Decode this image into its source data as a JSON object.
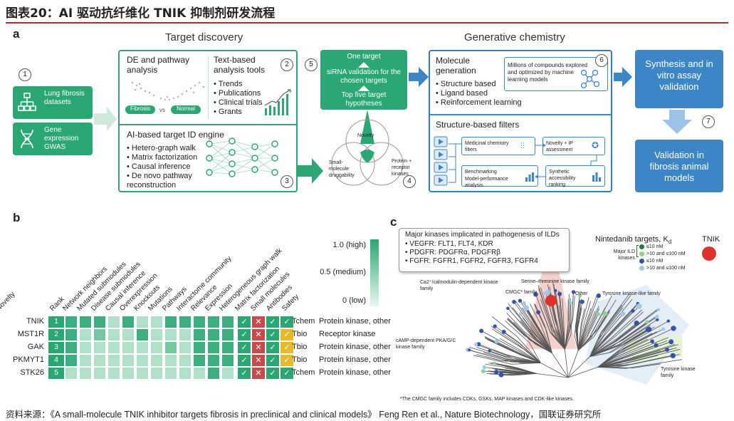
{
  "figure": {
    "title": "图表20：AI 驱动抗纤维化 TNIK 抑制剂研发流程",
    "source": "资料来源：《A small-molecule TNIK inhibitor targets fibrosis in preclinical and clinical models》 Feng Ren et al., Nature Biotechnology，国联证券研究所"
  },
  "panel_a": {
    "letter": "a",
    "target_discovery": "Target discovery",
    "generative_chemistry": "Generative chemistry",
    "inputs": [
      {
        "num": "1",
        "label": "Lung fibrosis datasets"
      },
      {
        "label": "Gene expression GWAS"
      }
    ],
    "de_pathway": {
      "title": "DE and pathway analysis",
      "left_tag": "Fibrosis",
      "vs": "vs",
      "right_tag": "Normal"
    },
    "text_based": {
      "num": "2",
      "title": "Text-based analysis tools",
      "items": [
        "Trends",
        "Publications",
        "Clinical trials",
        "Grants"
      ]
    },
    "ai_engine": {
      "num": "3",
      "title": "AI-based target ID engine",
      "items": [
        "Hetero-graph walk",
        "Matrix factorization",
        "Causal inference",
        "De novo pathway reconstruction"
      ]
    },
    "one_target": {
      "num": "5",
      "top": "One target",
      "mid": "siRNA validation for the chosen targets",
      "bottom": "Top five target hypotheses"
    },
    "venn": {
      "num": "4",
      "a": "Novelty",
      "b": "Small-molecule druggability",
      "c": "Protein + receptor kinases"
    },
    "molecule_gen": {
      "title": "Molecule generation",
      "items": [
        "Structure based",
        "Ligand based",
        "Reinforcement learning"
      ]
    },
    "millions": {
      "num": "6",
      "text": "Millions of compounds explored and optimized by machine learning models"
    },
    "filters": {
      "title": "Structure-based filters",
      "items": [
        "Medicinal chemistry filters",
        "Novelty + IP assessment",
        "Benchmarking",
        "Model-performance analysis",
        "Synthetic accessibility ranking"
      ]
    },
    "synthesis": "Synthesis and in vitro assay validation",
    "validation": {
      "num": "7",
      "text": "Validation in fibrosis animal models"
    }
  },
  "panel_b": {
    "letter": "b",
    "columns": [
      "Rank",
      "Network neighbors",
      "Mutated submodules",
      "Disease submodules",
      "Causal inference",
      "Overexpression",
      "Knockouts",
      "Mutations",
      "Pathways",
      "Interactome community",
      "Relevance",
      "Expression",
      "Heterogeneous graph walk",
      "Matrix factorization",
      "Small molecules",
      "Antibodies",
      "Safety",
      "Novelty"
    ],
    "legend": {
      "high": "1.0 (high)",
      "medium": "0.5 (medium)",
      "low": "0 (low)"
    },
    "rows": [
      {
        "name": "TNIK",
        "rank": "1",
        "levels": [
          0.9,
          0.9,
          0.9,
          0.3,
          0.9,
          0.3,
          0.3,
          0.9,
          0.9,
          0.9,
          0.9,
          0.9
        ],
        "tags": [
          "check",
          "cross",
          "check",
          "check"
        ],
        "dev": "Tchem",
        "family": "Protein kinase, other"
      },
      {
        "name": "MST1R",
        "rank": "2",
        "levels": [
          0.9,
          0.3,
          0.6,
          0.3,
          0.3,
          0.9,
          0.3,
          0.3,
          0.3,
          0.9,
          0.9,
          0.9
        ],
        "tags": [
          "check",
          "cross",
          "check",
          "warn"
        ],
        "dev": "Tbio",
        "family": "Receptor kinase"
      },
      {
        "name": "GAK",
        "rank": "3",
        "levels": [
          0.9,
          0.3,
          0.3,
          0.3,
          0.3,
          0.3,
          0.3,
          0.6,
          0.3,
          0.9,
          0.9,
          0.9
        ],
        "tags": [
          "check",
          "cross",
          "check",
          "warn"
        ],
        "dev": "Tbio",
        "family": "Protein kinase, other"
      },
      {
        "name": "PKMYT1",
        "rank": "4",
        "levels": [
          0.9,
          0.3,
          0.3,
          0.3,
          0.3,
          0.3,
          0.3,
          0.3,
          0.3,
          0.9,
          0.9,
          0.9
        ],
        "tags": [
          "check",
          "cross",
          "check",
          "warn"
        ],
        "dev": "Tbio",
        "family": "Protein kinase, other"
      },
      {
        "name": "STK26",
        "rank": "5",
        "levels": [
          0.3,
          0.3,
          0.3,
          0.3,
          0.3,
          0.3,
          0.3,
          0.3,
          0.3,
          0.3,
          0.9,
          0.3
        ],
        "tags": [
          "check",
          "cross",
          "check",
          "check"
        ],
        "dev": "Tchem",
        "family": "Protein kinase, other"
      }
    ]
  },
  "panel_c": {
    "letter": "c",
    "box_title": "Major kinases implicated in pathogenesis of ILDs",
    "box_items": [
      "VEGFR: FLT1, FLT4, KDR",
      "PDGFR: PDGFRα, PDGFRβ",
      "FGFR: FGFR1, FGFR2, FGFR3, FGFR4"
    ],
    "nintedanib": "Nintedanib targets, K",
    "nintedanib_sub": "d",
    "tnik": "TNIK",
    "major_ild": "Major ILD kinases",
    "legend_items": [
      "≤10 nM",
      ">10 and ≤100 nM",
      "≤10 nM",
      ">10 and ≤100 nM"
    ],
    "families": [
      "Ca2⁺/calmodulin-dependent kinase family",
      "Serine–threonine kinase family",
      "CMGC* family",
      "Other",
      "Tyrosine kinase-like family",
      "cAMP-dependent PKA/G/C kinase family",
      "Tyrosine kinase family"
    ],
    "footnote": "*The CMGC family includes CDKs, GSKs, MAP kinases and CDK-like kinases.",
    "colors": {
      "major_strong": "#1f7a3a",
      "major_weak": "#8fd18f",
      "other_strong": "#3553a8",
      "other_weak": "#9ec9e8",
      "tnik": "#e0302a"
    }
  }
}
